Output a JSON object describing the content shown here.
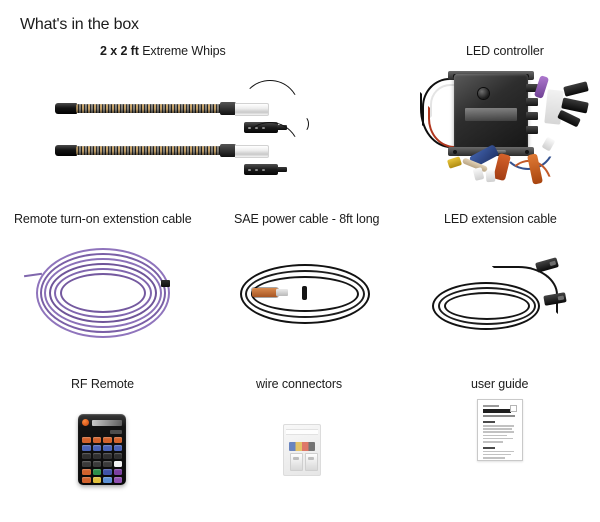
{
  "header": {
    "title": "What's in the box"
  },
  "items": [
    {
      "id": "extreme-whips",
      "label_bold": "2 x 2 ft",
      "label_rest": "Extreme Whips",
      "photo": "pair-of-led-whips"
    },
    {
      "id": "led-controller",
      "label": "LED controller",
      "photo": "led-controller-box-with-wiring-harness"
    },
    {
      "id": "remote-turn-on-extension-cable",
      "label": "Remote turn-on extenstion cable",
      "photo": "coiled-purple-wire"
    },
    {
      "id": "sae-power-cable",
      "label": "SAE power cable - 8ft long",
      "photo": "coiled-black-cable-with-orange-sae-connector"
    },
    {
      "id": "led-extension-cable",
      "label": "LED extension cable",
      "photo": "coiled-black-extension-cable-with-connectors"
    },
    {
      "id": "rf-remote",
      "label": "RF Remote",
      "photo": "black-rf-remote-with-color-buttons"
    },
    {
      "id": "wire-connectors",
      "label": "wire connectors",
      "photo": "clear-bag-of-wire-connector-clips"
    },
    {
      "id": "user-guide",
      "label": "user guide",
      "photo": "printed-user-guide-sheet"
    }
  ],
  "remote_keys": {
    "rows": [
      [
        "#d2622c",
        "#d2622c",
        "#d2622c",
        "#d2622c"
      ],
      [
        "#4a63b8",
        "#4a63b8",
        "#4a63b8",
        "#4a63b8"
      ],
      [
        "#2f2f2f",
        "#2f2f2f",
        "#2f2f2f",
        "#2f2f2f"
      ],
      [
        "#3a3a3a",
        "#3a3a3a",
        "#3a3a3a",
        "#f2f2f2"
      ],
      [
        "#d2622c",
        "#2f8f4a",
        "#3f52a8",
        "#7a3fa0"
      ],
      [
        "#d2622c",
        "#e0c03a",
        "#5b8fd4",
        "#8e4fb0"
      ]
    ]
  },
  "colors": {
    "background": "#ffffff",
    "text": "#1c1c1c",
    "whip_purple": "#7d63a8",
    "sae_orange": "#c06a33",
    "accent_orange": "#d2622c"
  }
}
